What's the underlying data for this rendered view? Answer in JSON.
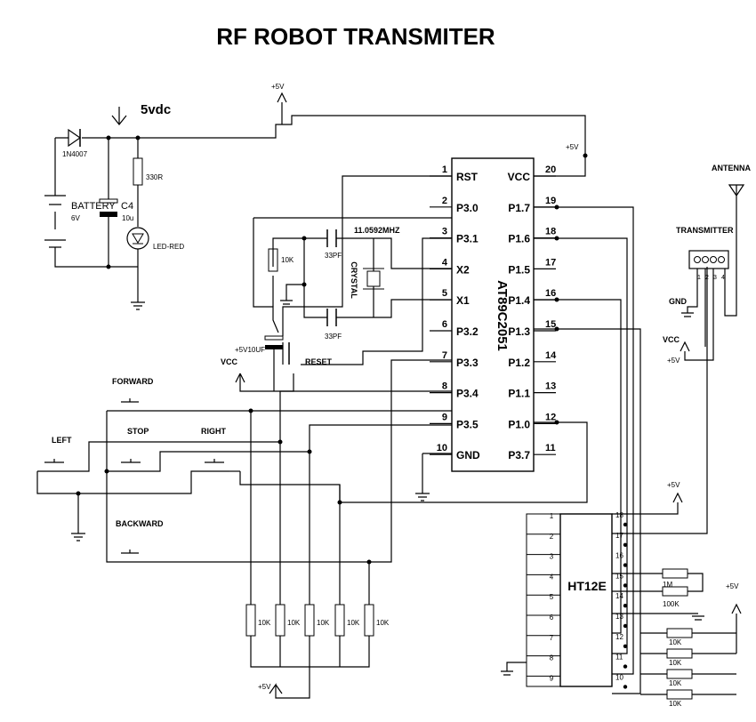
{
  "title": "RF ROBOT TRANSMITER",
  "labels": {
    "vcc": "VCC",
    "gnd": "GND"
  },
  "power": {
    "diode": "1N4007",
    "supply": "5vdc",
    "battery": "BATTERY",
    "battery_v": "6V",
    "cap": "C4",
    "cap_v": "10u",
    "res": "330R",
    "led": "LED-RED",
    "plus5v": "+5V"
  },
  "mcu": {
    "part": "AT89C2051",
    "left_pins": [
      {
        "num": "1",
        "name": "RST"
      },
      {
        "num": "2",
        "name": "P3.0"
      },
      {
        "num": "3",
        "name": "P3.1"
      },
      {
        "num": "4",
        "name": "X2"
      },
      {
        "num": "5",
        "name": "X1"
      },
      {
        "num": "6",
        "name": "P3.2"
      },
      {
        "num": "7",
        "name": "P3.3"
      },
      {
        "num": "8",
        "name": "P3.4"
      },
      {
        "num": "9",
        "name": "P3.5"
      },
      {
        "num": "10",
        "name": "GND"
      }
    ],
    "right_pins": [
      {
        "num": "20",
        "name": "VCC"
      },
      {
        "num": "19",
        "name": "P1.7"
      },
      {
        "num": "18",
        "name": "P1.6"
      },
      {
        "num": "17",
        "name": "P1.5"
      },
      {
        "num": "16",
        "name": "P1.4"
      },
      {
        "num": "15",
        "name": "P1.3"
      },
      {
        "num": "14",
        "name": "P1.2"
      },
      {
        "num": "13",
        "name": "P1.1"
      },
      {
        "num": "12",
        "name": "P1.0"
      },
      {
        "num": "11",
        "name": "P3.7"
      }
    ]
  },
  "crystal": {
    "freq": "11.0592MHZ",
    "label": "CRYSTAL",
    "cap": "33PF"
  },
  "reset": {
    "res": "10K",
    "cap": "+5V10UF",
    "label": "RESET"
  },
  "buttons": {
    "forward": "FORWARD",
    "left": "LEFT",
    "stop": "STOP",
    "right": "RIGHT",
    "backward": "BACKWARD"
  },
  "pulldowns": [
    "10K",
    "10K",
    "10K",
    "10K",
    "10K"
  ],
  "encoder": {
    "part": "HT12E",
    "left_pins": [
      "1",
      "2",
      "3",
      "4",
      "5",
      "6",
      "7",
      "8",
      "9"
    ],
    "right_pins": [
      "18",
      "17",
      "16",
      "15",
      "14",
      "13",
      "12",
      "11",
      "10"
    ],
    "r_osc1": "1M",
    "r_osc2": "100K",
    "addr_res": [
      "10K",
      "10K",
      "10K",
      "10K"
    ]
  },
  "tx": {
    "antenna": "ANTENNA",
    "label": "TRANSMITTER",
    "pins": [
      "1",
      "2",
      "3",
      "4"
    ]
  }
}
